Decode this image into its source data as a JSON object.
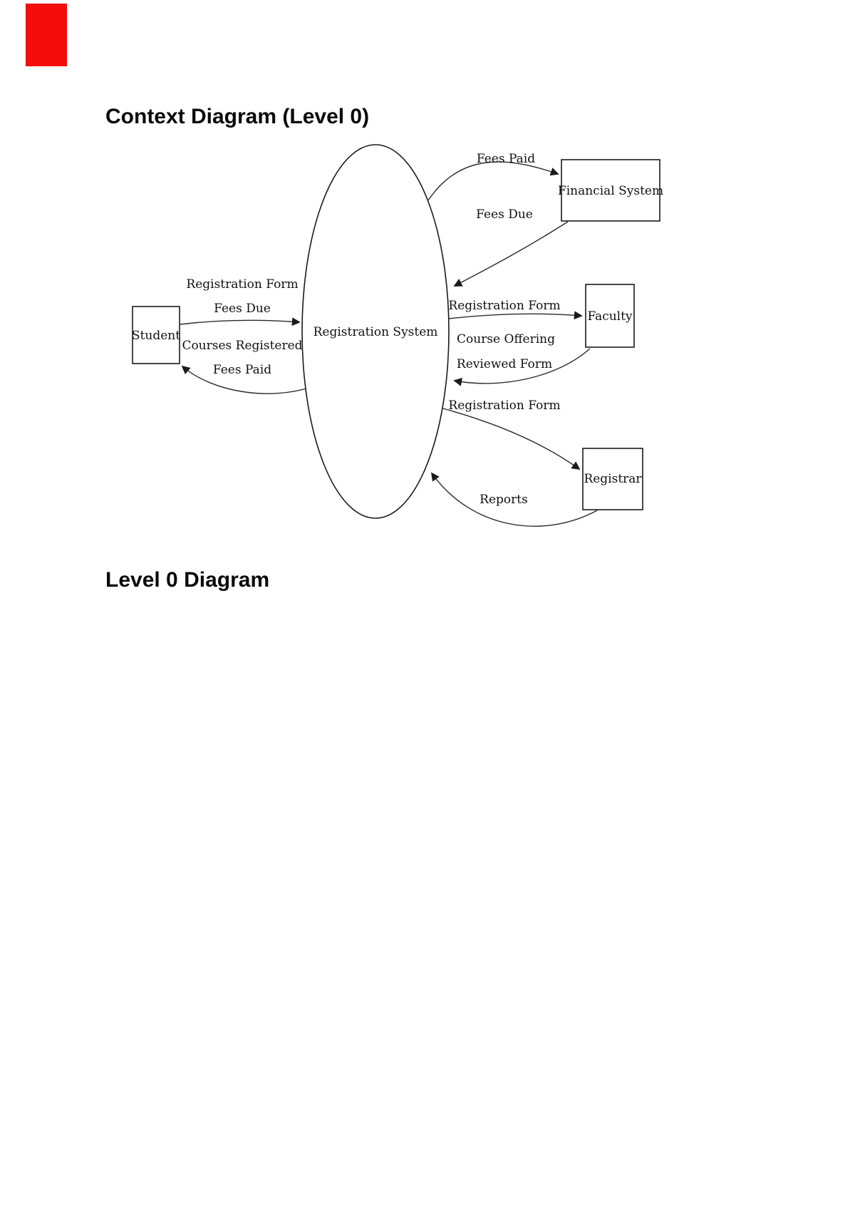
{
  "page": {
    "heading1": "Context Diagram (Level 0)",
    "heading2": "Level 0 Diagram"
  },
  "diagram": {
    "type": "data-flow-context-diagram",
    "process": "Registration System",
    "entities": {
      "student": "Student",
      "financial_system": "Financial System",
      "faculty": "Faculty",
      "registrar": "Registrar"
    },
    "flows": {
      "fees_paid_financial": "Fees Paid",
      "fees_due_financial": "Fees Due",
      "registration_form_student": "Registration Form",
      "fees_due_student": "Fees Due",
      "courses_registered": "Courses Registered",
      "fees_paid_student": "Fees Paid",
      "registration_form_faculty": "Registration Form",
      "course_offering": "Course Offering",
      "reviewed_form": "Reviewed Form",
      "registration_form_registrar": "Registration Form",
      "reports": "Reports"
    }
  }
}
